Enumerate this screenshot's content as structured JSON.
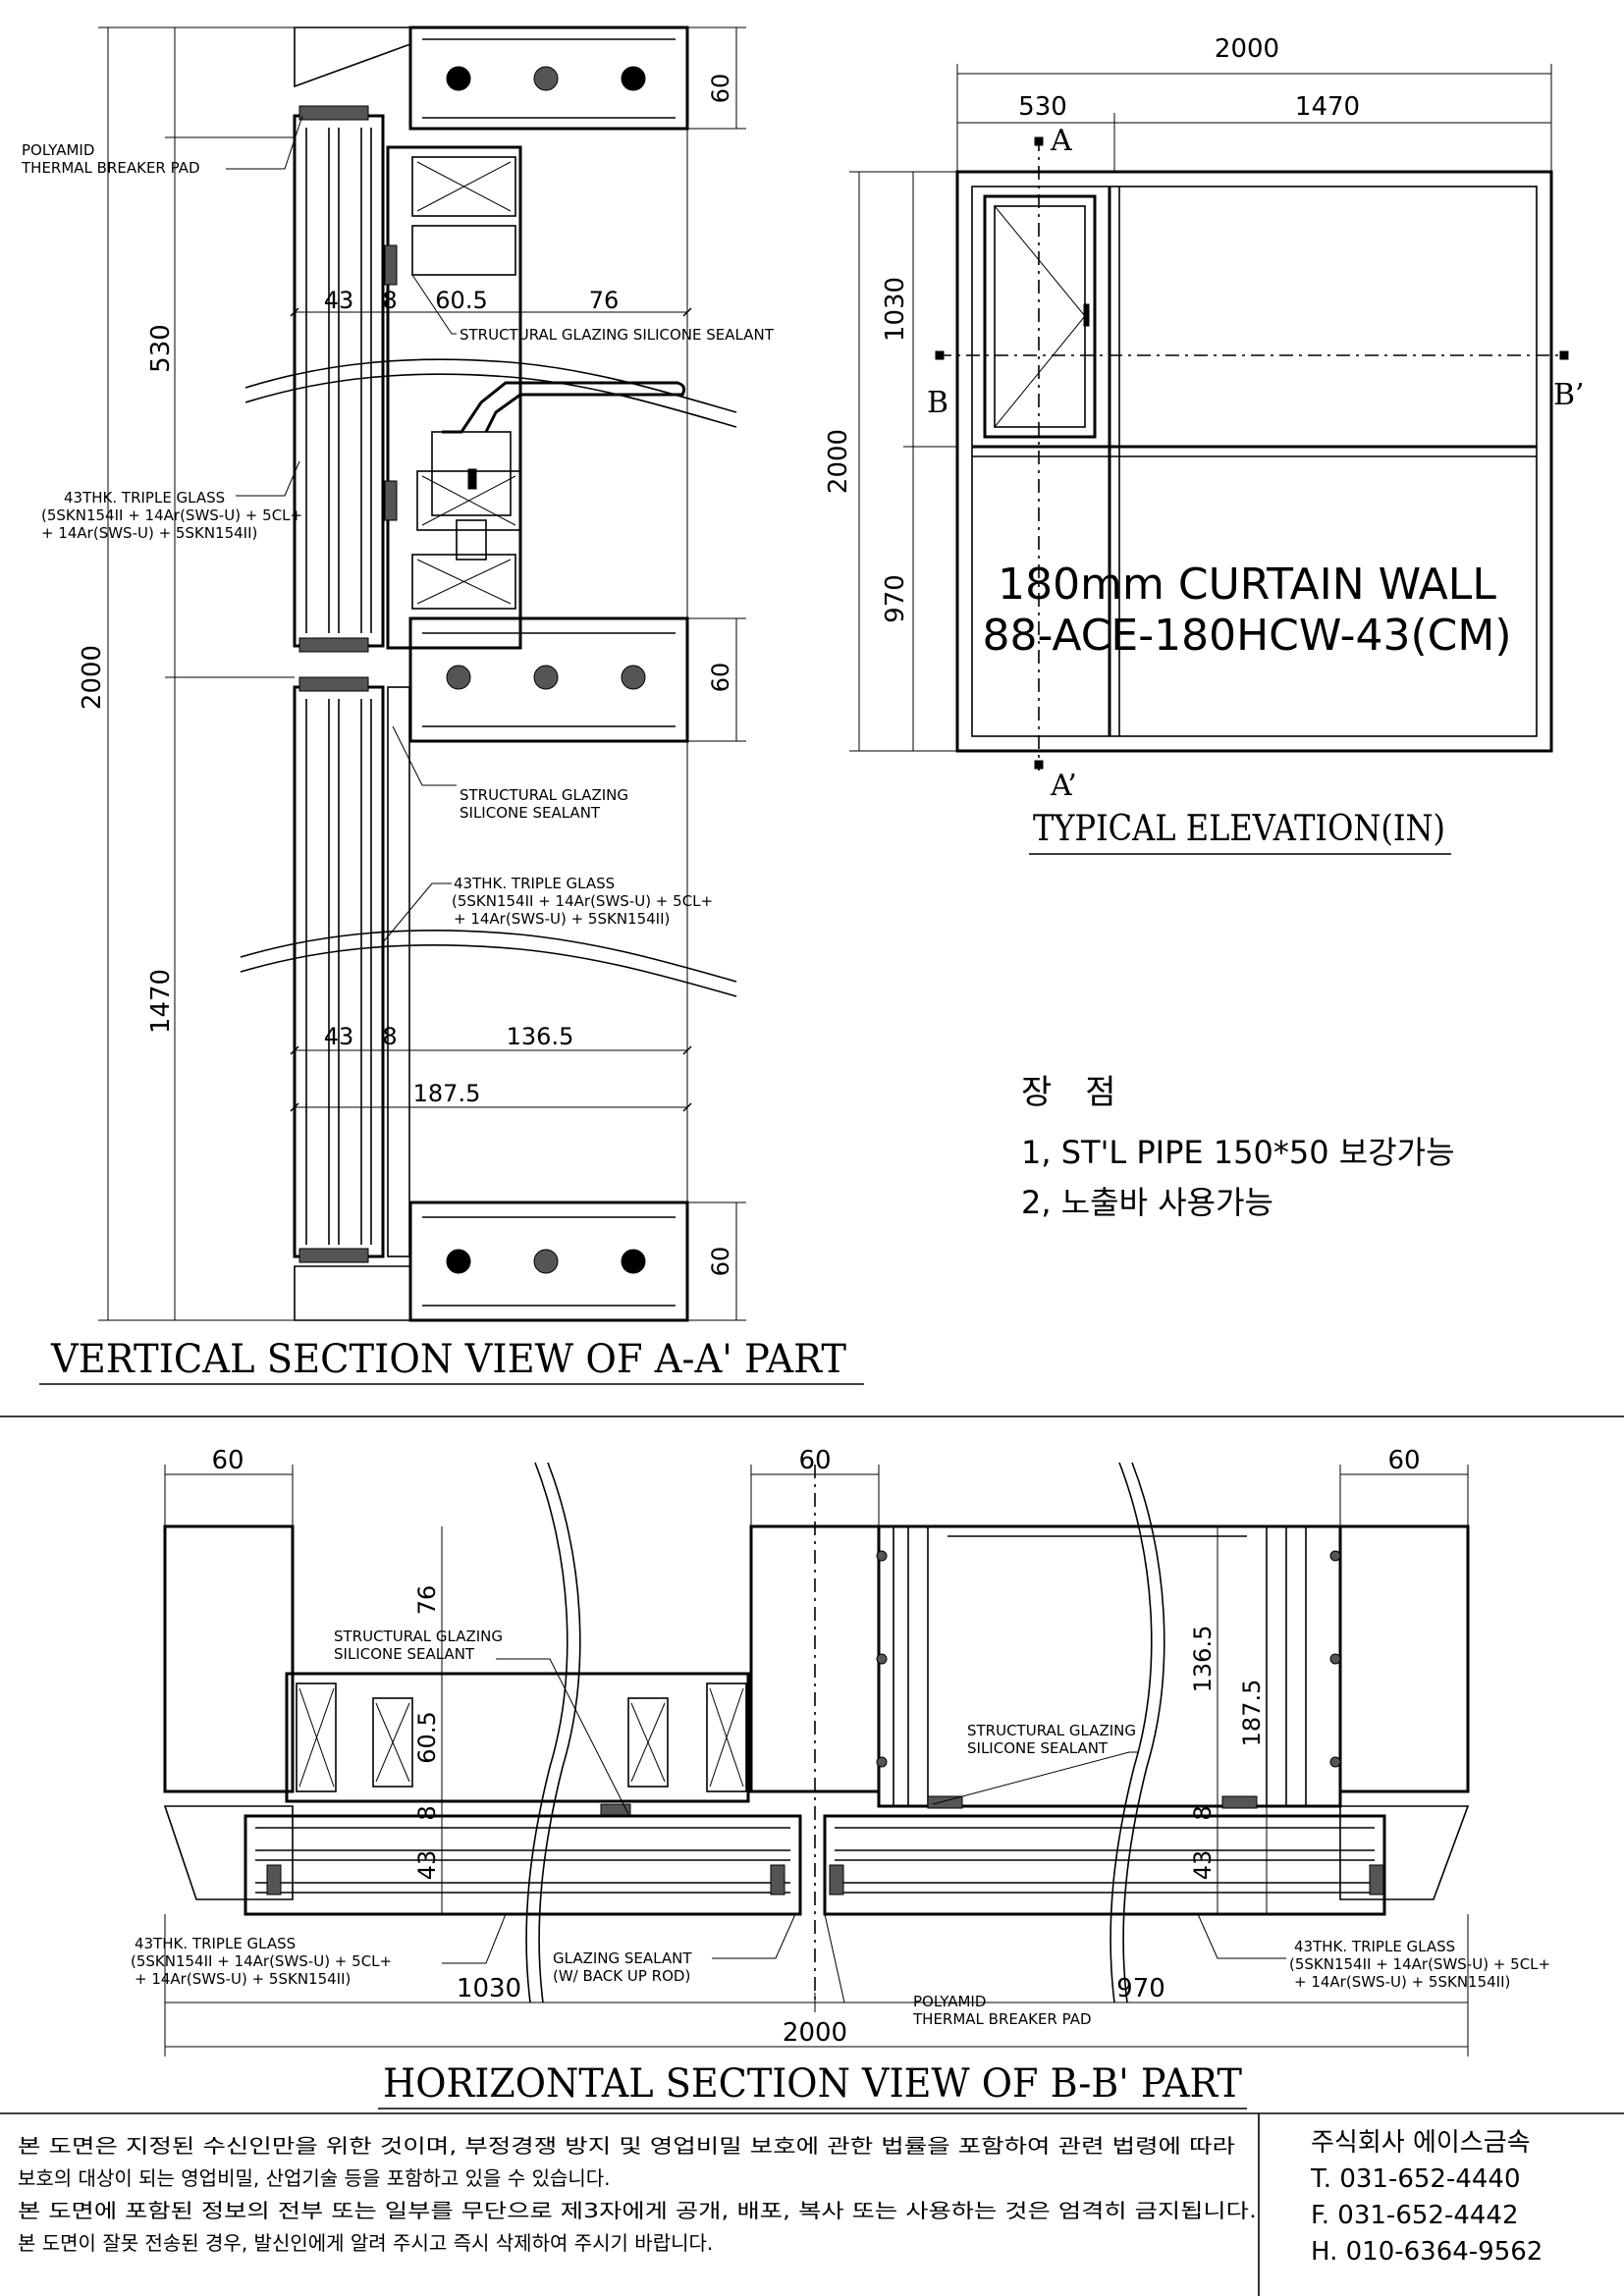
{
  "vertical_section": {
    "title": "VERTICAL SECTION VIEW OF A-A' PART",
    "dims": {
      "overall": "2000",
      "upper": "530",
      "lower": "1470",
      "anchor_top": "60",
      "anchor_mid": "60",
      "anchor_bot": "60",
      "d43_upper": "43",
      "d8_upper": "8",
      "d60_5": "60.5",
      "d76": "76",
      "d43_lower": "43",
      "d8_lower": "8",
      "d136_5": "136.5",
      "d187_5": "187.5"
    },
    "labels": {
      "polyamid": "POLYAMID",
      "thermal_pad": "THERMAL BREAKER PAD",
      "ssg_upper": "STRUCTURAL GLAZING SILICONE SEALANT",
      "glass_upper_1": "43THK. TRIPLE GLASS",
      "glass_upper_2": "(5SKN154II + 14Ar(SWS-U) + 5CL+",
      "glass_upper_3": "+ 14Ar(SWS-U) + 5SKN154II)",
      "ssg_lower_1": "STRUCTURAL GLAZING",
      "ssg_lower_2": "SILICONE SEALANT",
      "glass_lower_1": "43THK. TRIPLE GLASS",
      "glass_lower_2": "(5SKN154II + 14Ar(SWS-U) + 5CL+",
      "glass_lower_3": "+ 14Ar(SWS-U) + 5SKN154II)"
    }
  },
  "elevation": {
    "title": "TYPICAL ELEVATION(IN)",
    "dims": {
      "width": "2000",
      "left": "530",
      "right": "1470",
      "height": "2000",
      "upper": "1030",
      "lower": "970"
    },
    "markers": {
      "a": "A",
      "a_prime": "A’",
      "b": "B",
      "b_prime": "B’"
    },
    "name_1": "180mm CURTAIN WALL",
    "name_2": "88-ACE-180HCW-43(CM)"
  },
  "advantages": {
    "heading": "장　점",
    "item_1": "1, ST'L PIPE 150*50 보강가능",
    "item_2": "2, 노출바 사용가능"
  },
  "horizontal_section": {
    "title": "HORIZONTAL SECTION VIEW OF B-B' PART",
    "dims": {
      "left60": "60",
      "mid60": "60",
      "right60": "60",
      "d76": "76",
      "d60_5": "60.5",
      "d8_left": "8",
      "d43_left": "43",
      "d136_5": "136.5",
      "d187_5": "187.5",
      "d8_right": "8",
      "d43_right": "43",
      "d1030": "1030",
      "d970": "970",
      "d2000": "2000"
    },
    "labels": {
      "ssg_left_1": "STRUCTURAL GLAZING",
      "ssg_left_2": "SILICONE SEALANT",
      "ssg_right_1": "STRUCTURAL GLAZING",
      "ssg_right_2": "SILICONE SEALANT",
      "glass_left_1": "43THK. TRIPLE GLASS",
      "glass_left_2": "(5SKN154II + 14Ar(SWS-U) + 5CL+",
      "glass_left_3": "+ 14Ar(SWS-U) + 5SKN154II)",
      "glazing_1": "GLAZING SEALANT",
      "glazing_2": "(W/ BACK UP ROD)",
      "polyamid": "POLYAMID",
      "thermal_pad": "THERMAL BREAKER PAD",
      "glass_right_1": "43THK. TRIPLE GLASS",
      "glass_right_2": "(5SKN154II + 14Ar(SWS-U) + 5CL+",
      "glass_right_3": "+ 14Ar(SWS-U) + 5SKN154II)"
    }
  },
  "footer": {
    "notice_1": "본 도면은 지정된 수신인만을 위한 것이며, 부정경쟁 방지 및 영업비밀 보호에 관한 법률을 포함하여 관련 법령에 따라",
    "notice_2": "보호의 대상이 되는 영업비밀, 산업기술 등을 포함하고 있을 수 있습니다.",
    "notice_3": "본 도면에 포함된 정보의 전부 또는 일부를 무단으로 제3자에게 공개, 배포, 복사 또는 사용하는 것은 엄격히 금지됩니다.",
    "notice_4": "본 도면이 잘못 전송된 경우, 발신인에게 알려 주시고 즉시 삭제하여 주시기 바랍니다.",
    "company": "주식회사 에이스금속",
    "tel": "T. 031-652-4440",
    "fax": "F. 031-652-4442",
    "hp": "H. 010-6364-9562"
  }
}
